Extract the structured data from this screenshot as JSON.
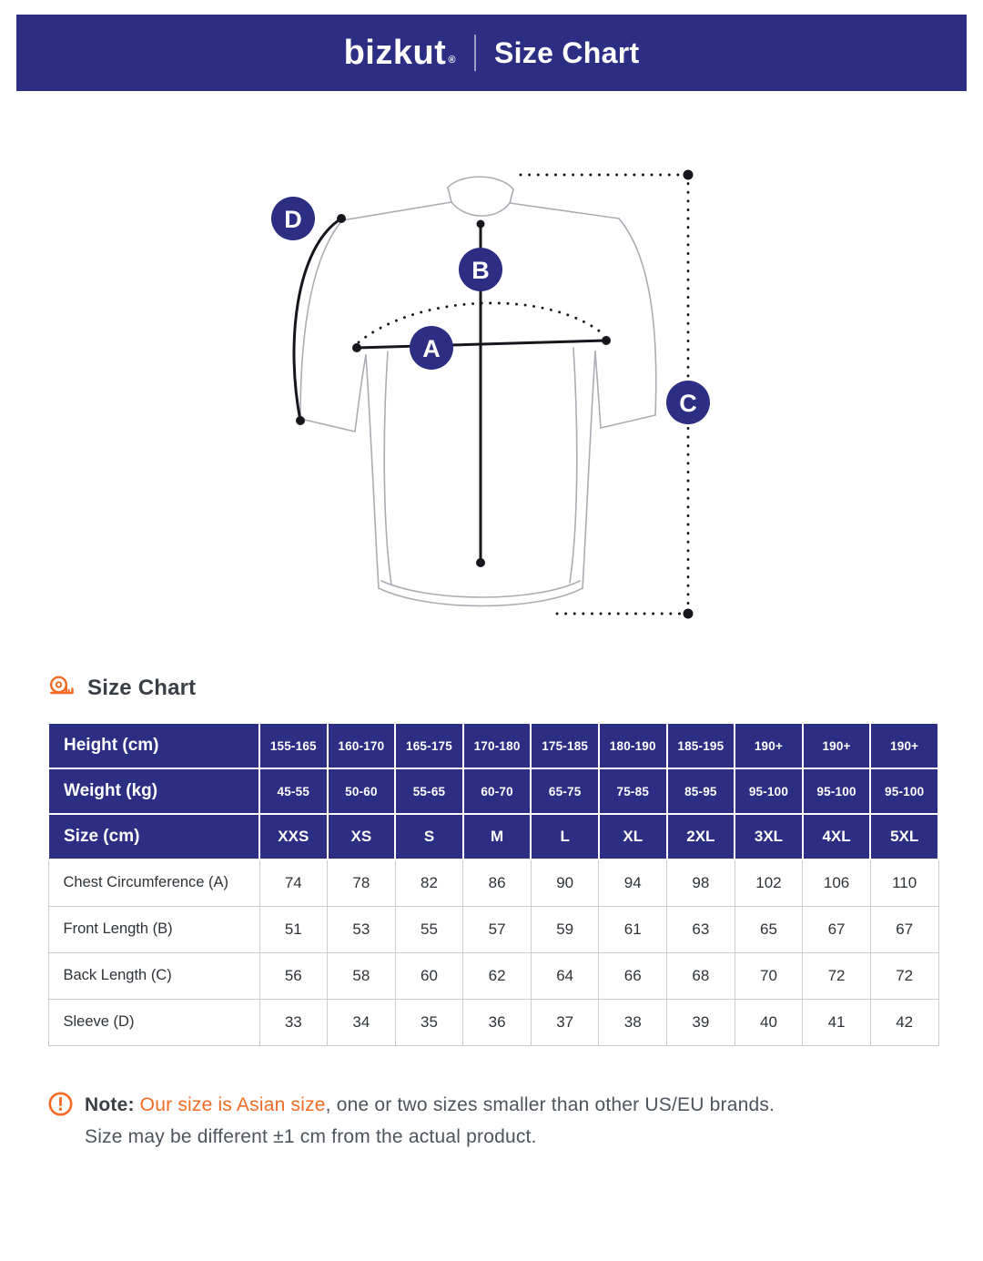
{
  "header": {
    "brand": "bizkut",
    "registered": "®",
    "title": "Size Chart"
  },
  "diagram": {
    "badge_labels": [
      "A",
      "B",
      "C",
      "D"
    ]
  },
  "section": {
    "title": "Size Chart"
  },
  "chart_data": {
    "type": "table",
    "title": "Size Chart",
    "columns": [
      "XXS",
      "XS",
      "S",
      "M",
      "L",
      "XL",
      "2XL",
      "3XL",
      "4XL",
      "5XL"
    ],
    "header_rows": [
      {
        "label": "Height (cm)",
        "values": [
          "155-165",
          "160-170",
          "165-175",
          "170-180",
          "175-185",
          "180-190",
          "185-195",
          "190+",
          "190+",
          "190+"
        ]
      },
      {
        "label": "Weight (kg)",
        "values": [
          "45-55",
          "50-60",
          "55-65",
          "60-70",
          "65-75",
          "75-85",
          "85-95",
          "95-100",
          "95-100",
          "95-100"
        ]
      },
      {
        "label": "Size (cm)",
        "values": [
          "XXS",
          "XS",
          "S",
          "M",
          "L",
          "XL",
          "2XL",
          "3XL",
          "4XL",
          "5XL"
        ]
      }
    ],
    "body_rows": [
      {
        "label": "Chest Circumference (A)",
        "values": [
          74,
          78,
          82,
          86,
          90,
          94,
          98,
          102,
          106,
          110
        ]
      },
      {
        "label": "Front Length (B)",
        "values": [
          51,
          53,
          55,
          57,
          59,
          61,
          63,
          65,
          67,
          67
        ]
      },
      {
        "label": "Back Length (C)",
        "values": [
          56,
          58,
          60,
          62,
          64,
          66,
          68,
          70,
          72,
          72
        ]
      },
      {
        "label": "Sleeve (D)",
        "values": [
          33,
          34,
          35,
          36,
          37,
          38,
          39,
          40,
          41,
          42
        ]
      }
    ]
  },
  "note": {
    "label": "Note:",
    "highlight": "Our size is Asian size",
    "rest": ", one or two sizes smaller than other US/EU brands.",
    "line2": "Size may be different ±1 cm from the actual product."
  },
  "colors": {
    "navy": "#2b2e83",
    "orange": "#f26b24"
  }
}
